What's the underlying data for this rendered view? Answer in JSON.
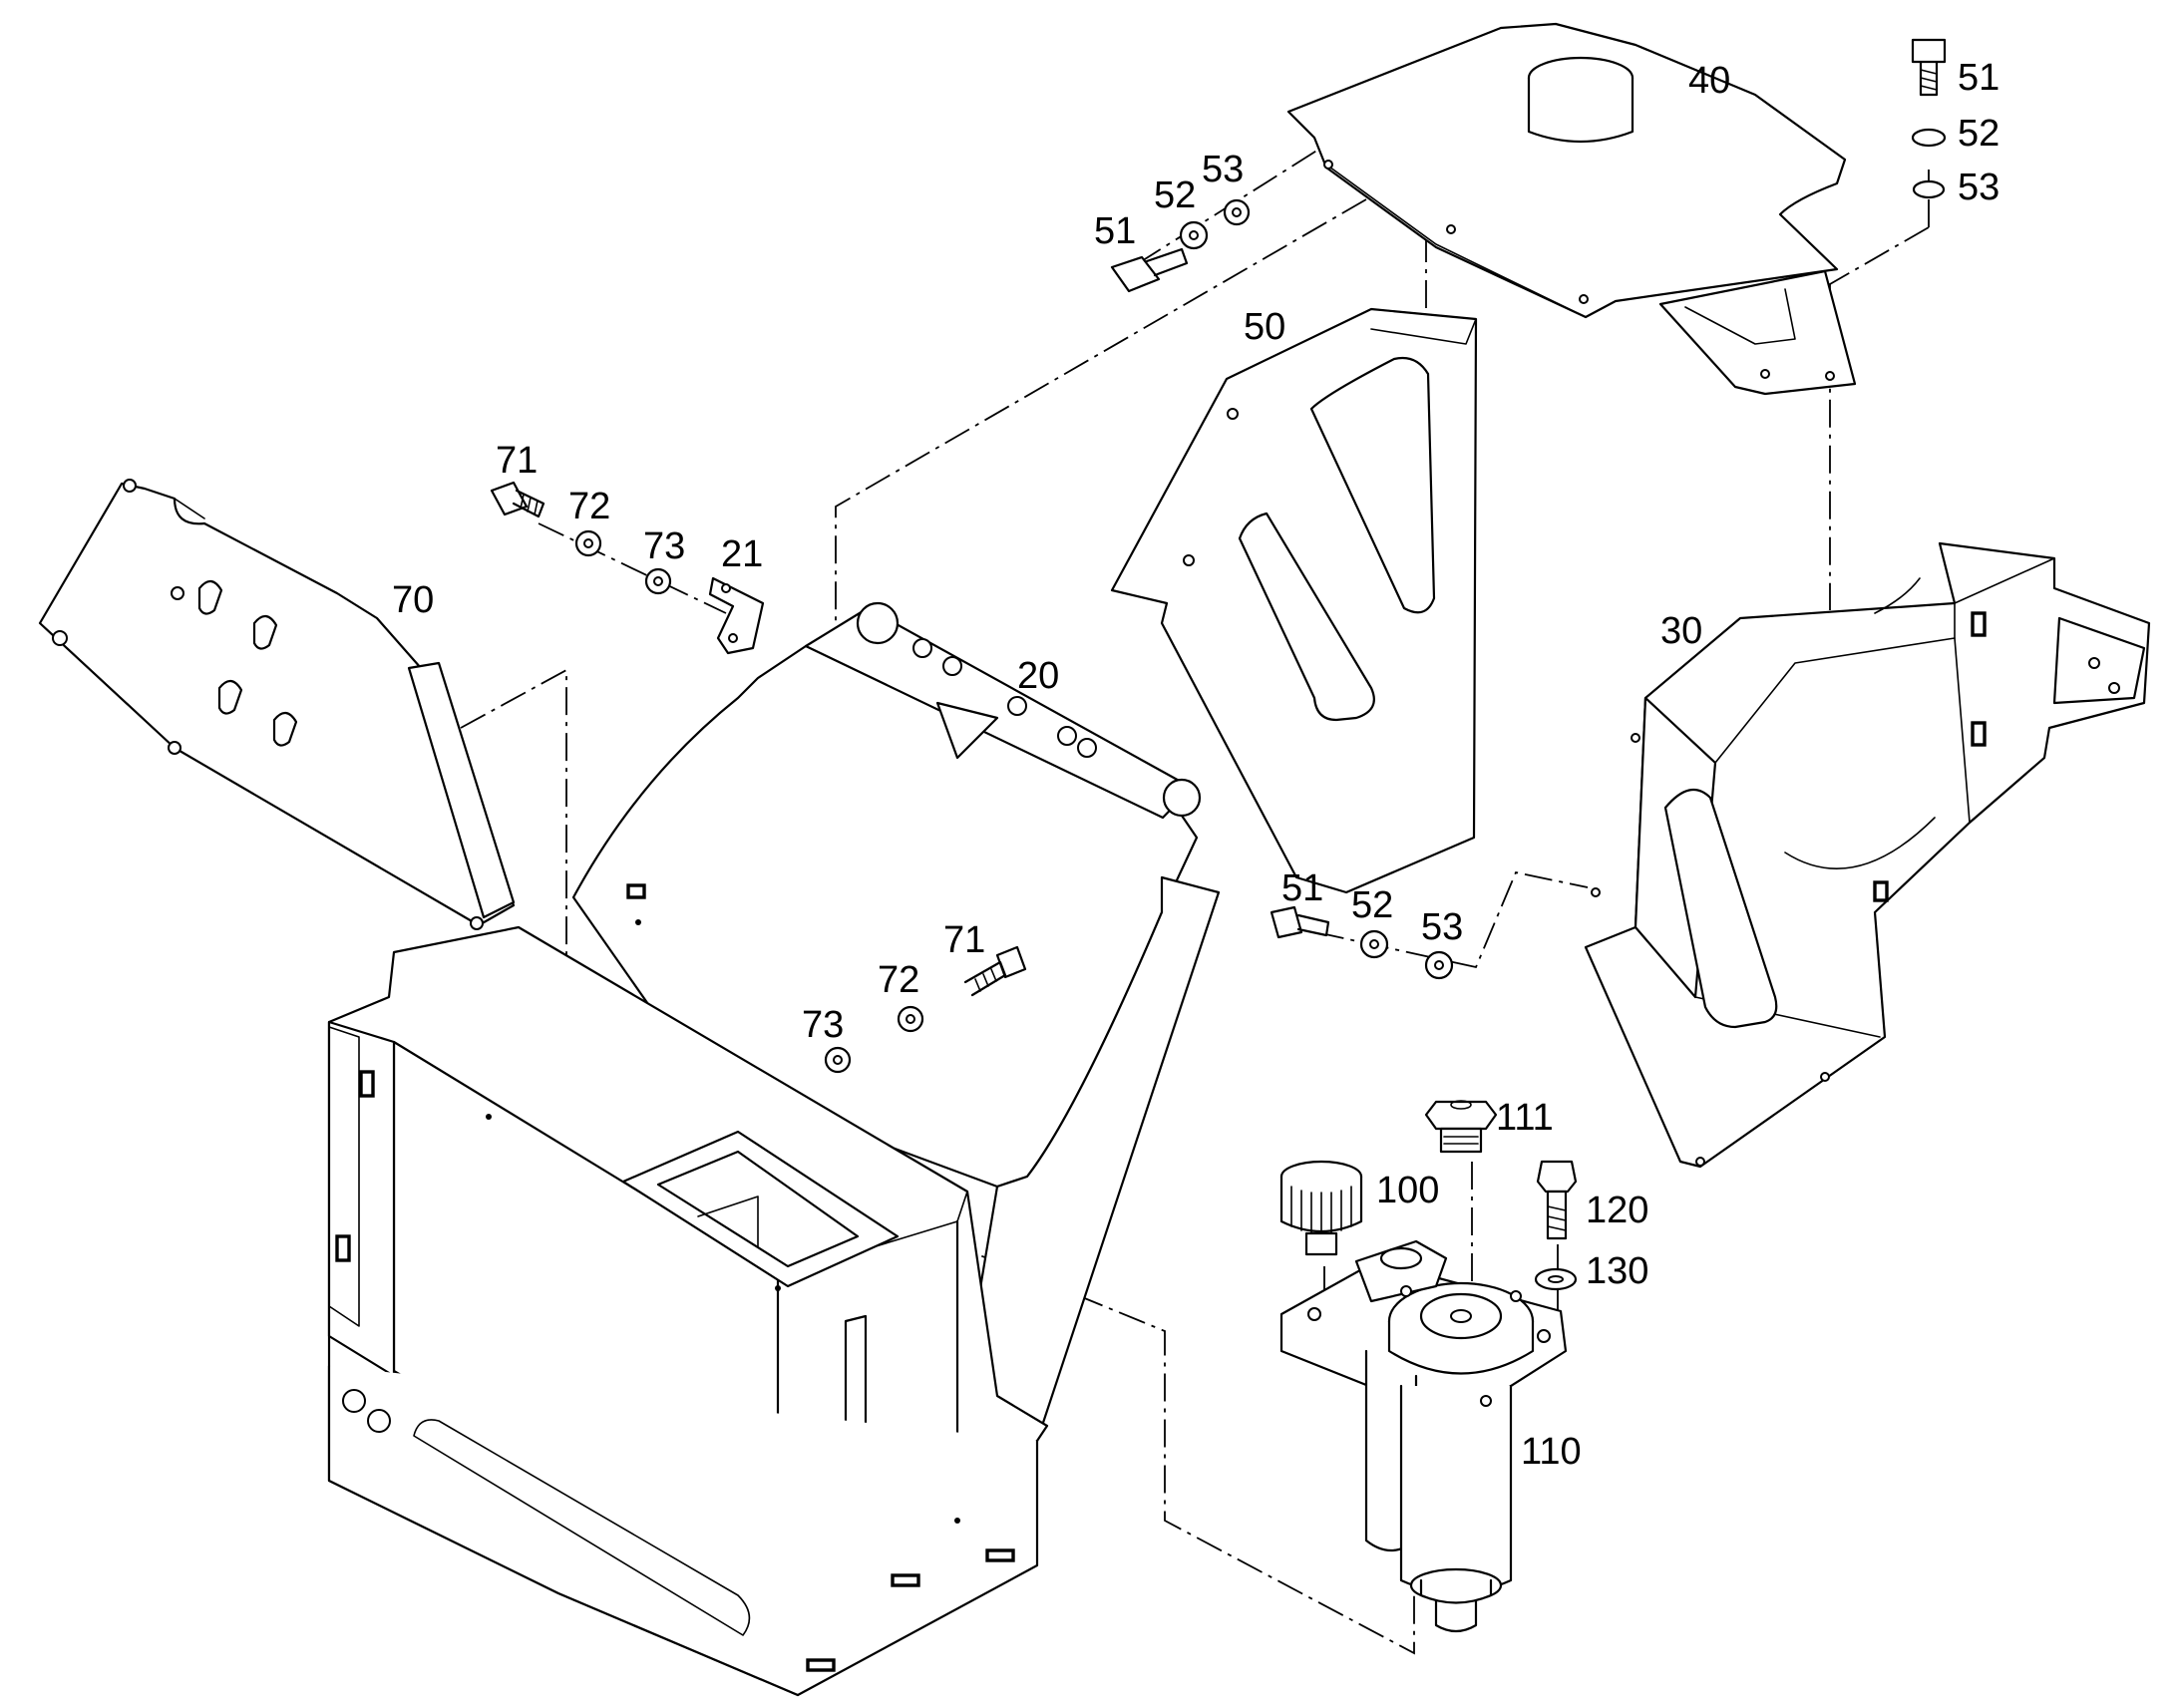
{
  "colors": {
    "line": "#000000",
    "background": "#ffffff"
  },
  "callouts": [
    {
      "key": "c40",
      "label": "40"
    },
    {
      "key": "c51_tr",
      "label": "51"
    },
    {
      "key": "c52_tr",
      "label": "52"
    },
    {
      "key": "c53_tr",
      "label": "53"
    },
    {
      "key": "c51_top",
      "label": "51"
    },
    {
      "key": "c52_top",
      "label": "52"
    },
    {
      "key": "c53_top",
      "label": "53"
    },
    {
      "key": "c50",
      "label": "50"
    },
    {
      "key": "c71_top",
      "label": "71"
    },
    {
      "key": "c72_top",
      "label": "72"
    },
    {
      "key": "c73_top",
      "label": "73"
    },
    {
      "key": "c21",
      "label": "21"
    },
    {
      "key": "c70",
      "label": "70"
    },
    {
      "key": "c20",
      "label": "20"
    },
    {
      "key": "c30",
      "label": "30"
    },
    {
      "key": "c51_mid",
      "label": "51"
    },
    {
      "key": "c52_mid",
      "label": "52"
    },
    {
      "key": "c53_mid",
      "label": "53"
    },
    {
      "key": "c71_low",
      "label": "71"
    },
    {
      "key": "c72_low",
      "label": "72"
    },
    {
      "key": "c73_low",
      "label": "73"
    },
    {
      "key": "c111",
      "label": "111"
    },
    {
      "key": "c100",
      "label": "100"
    },
    {
      "key": "c120",
      "label": "120"
    },
    {
      "key": "c130",
      "label": "130"
    },
    {
      "key": "c110",
      "label": "110"
    }
  ]
}
